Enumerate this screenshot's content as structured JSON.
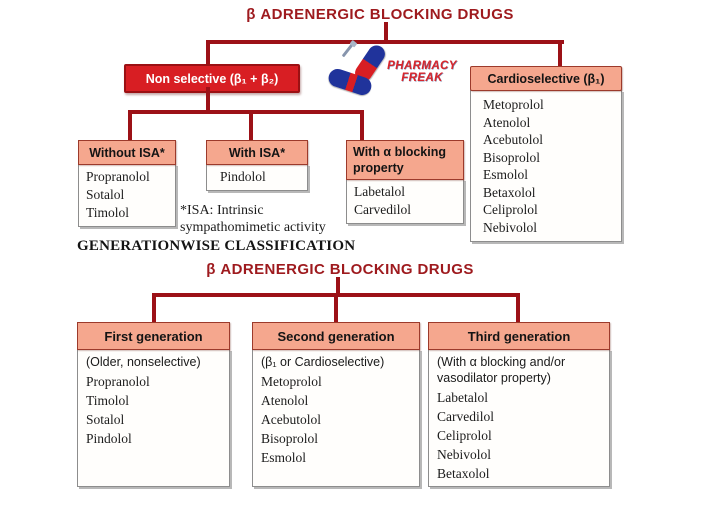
{
  "colors": {
    "bright_red": "#d81e23",
    "dark_red_title": "#9e1a1e",
    "connector_red": "#9c1117",
    "salmon_header": "#f5a78e"
  },
  "tree1": {
    "title": "β ADRENERGIC BLOCKING DRUGS",
    "nonselective_label": "Non selective (β₁ + β₂)",
    "cardioselective": {
      "label": "Cardioselective (β₁)",
      "drugs": [
        "Metoprolol",
        "Atenolol",
        "Acebutolol",
        "Bisoprolol",
        "Esmolol",
        "Betaxolol",
        "Celiprolol",
        "Nebivolol"
      ]
    },
    "without_isa": {
      "label": "Without ISA*",
      "drugs": [
        "Propranolol",
        "Sotalol",
        "Timolol"
      ]
    },
    "with_isa": {
      "label": "With ISA*",
      "drugs": [
        "Pindolol"
      ]
    },
    "alpha_blocking": {
      "label": "With α blocking property",
      "drugs": [
        "Labetalol",
        "Carvedilol"
      ]
    },
    "isa_note": {
      "line1": "*ISA: Intrinsic",
      "line2": "sympathomimetic activity"
    }
  },
  "section_heading": "GENERATIONWISE CLASSIFICATION",
  "tree2": {
    "title": "β ADRENERGIC BLOCKING DRUGS",
    "generations": [
      {
        "label": "First generation",
        "subtitle": "(Older, nonselective)",
        "drugs": [
          "Propranolol",
          "Timolol",
          "Sotalol",
          "Pindolol"
        ]
      },
      {
        "label": "Second generation",
        "subtitle": "(β₁ or Cardioselective)",
        "drugs": [
          "Metoprolol",
          "Atenolol",
          "Acebutolol",
          "Bisoprolol",
          "Esmolol"
        ]
      },
      {
        "label": "Third generation",
        "subtitle": "(With α blocking and/or vasodilator property)",
        "drugs": [
          "Labetalol",
          "Carvedilol",
          "Celiprolol",
          "Nebivolol",
          "Betaxolol"
        ]
      }
    ]
  },
  "logo": {
    "line1": "PHARMACY",
    "line2": "FREAK"
  }
}
